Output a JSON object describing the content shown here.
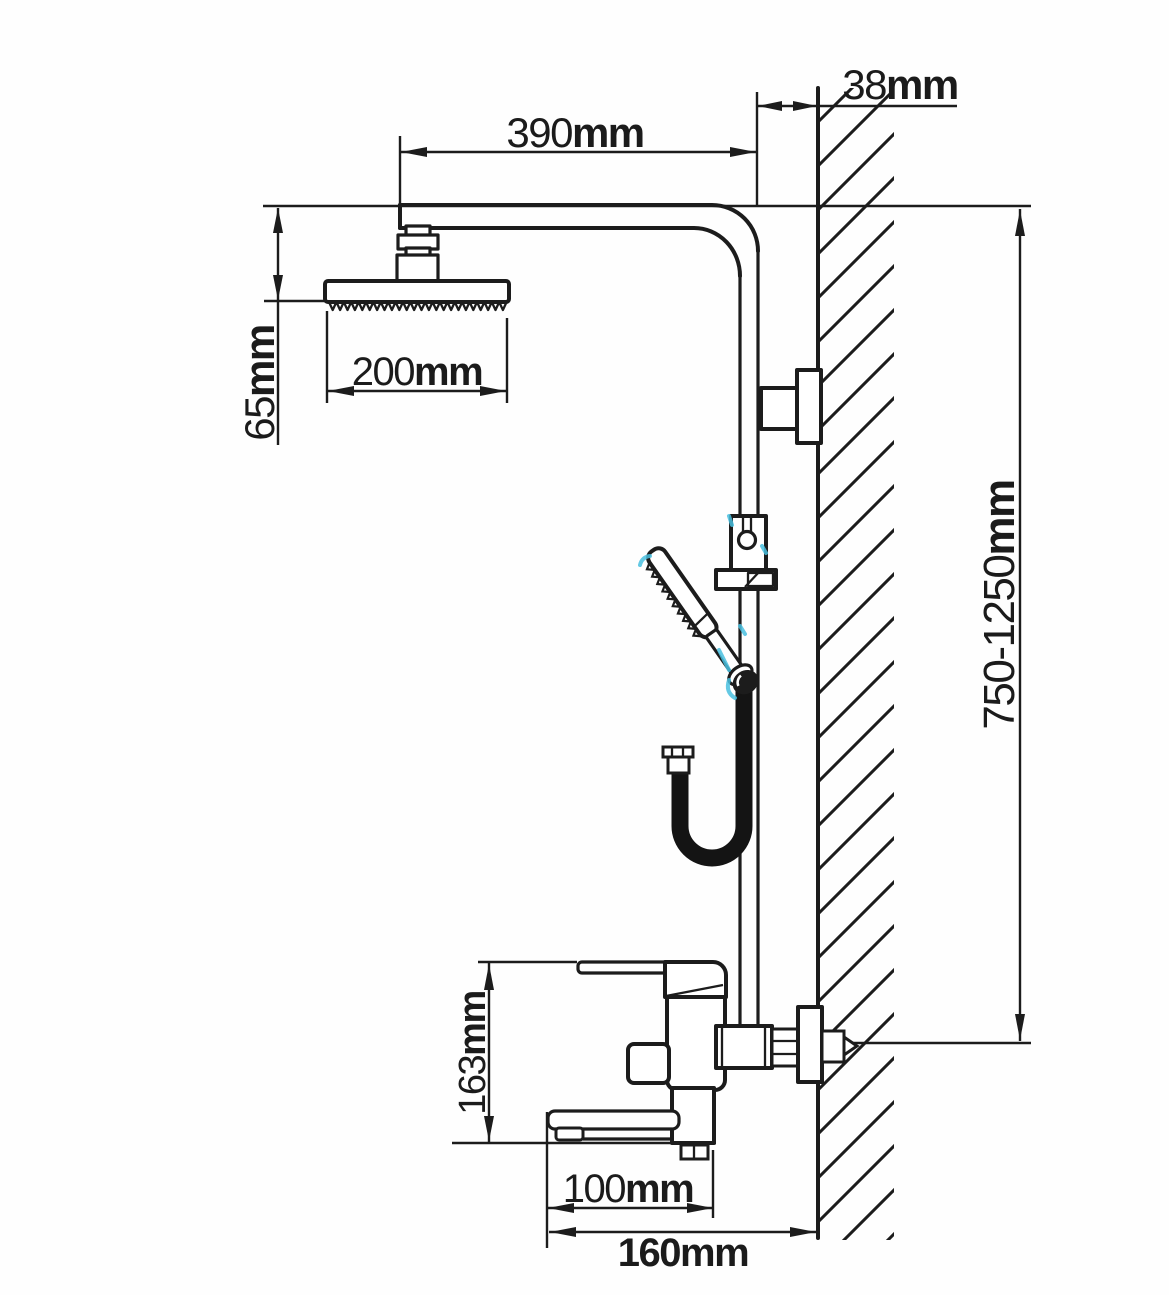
{
  "diagram": {
    "type": "technical dimension drawing",
    "subject": "wall-mounted shower set with rain head, hand shower and bath mixer",
    "unit_system": "mm"
  },
  "colors": {
    "line": "#1c1c1c",
    "background": "#ffffff",
    "accent_cyan": "#49bfdf",
    "hose_black": "#141414"
  },
  "dimensions": {
    "arm_length": {
      "value": "390",
      "unit": "mm"
    },
    "wall_offset": {
      "value": "38",
      "unit": "mm"
    },
    "head_drop": {
      "value": "65",
      "unit": "mm"
    },
    "head_width": {
      "value": "200",
      "unit": "mm"
    },
    "riser_height": {
      "value": "750-1250",
      "unit": "mm"
    },
    "mixer_height": {
      "value": "163",
      "unit": "mm"
    },
    "spout_reach": {
      "value": "100",
      "unit": "mm"
    },
    "overall_depth": {
      "value": "160",
      "unit": "mm"
    }
  }
}
